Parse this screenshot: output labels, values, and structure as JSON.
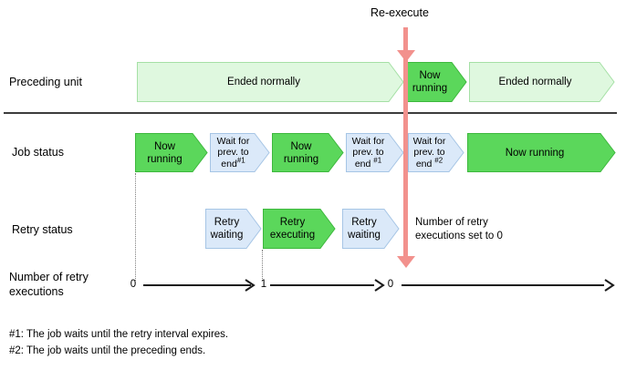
{
  "colors": {
    "green_fill": "#5bd75b",
    "green_border": "#3db83d",
    "lightgreen_fill": "#dff8df",
    "lightgreen_border": "#a5e0a5",
    "blue_fill": "#dbe9f9",
    "blue_border": "#a6c5e5",
    "red_arrow": "#f2918d"
  },
  "re_execute_label": "Re-execute",
  "rows": {
    "preceding": {
      "label": "Preceding unit",
      "boxes": [
        {
          "text": "Ended normally"
        },
        {
          "text": "Now\nrunning"
        },
        {
          "text": "Ended normally"
        }
      ]
    },
    "job": {
      "label": "Job status",
      "boxes": [
        {
          "text": "Now\nrunning"
        },
        {
          "line1": "Wait for",
          "line2": "prev. to",
          "line3": "end",
          "sup": "#1"
        },
        {
          "text": "Now\nrunning"
        },
        {
          "line1": "Wait for",
          "line2": "prev. to",
          "line3": "end ",
          "sup": "#1"
        },
        {
          "line1": "Wait for",
          "line2": "prev. to",
          "line3": "end ",
          "sup": "#2"
        },
        {
          "text": "Now running"
        }
      ]
    },
    "retry": {
      "label": "Retry status",
      "boxes": [
        {
          "text": "Retry\nwaiting"
        },
        {
          "text": "Retry\nexecuting"
        },
        {
          "text": "Retry\nwaiting"
        }
      ],
      "note": "Number of retry\nexecutions set to 0"
    },
    "counter": {
      "label": "Number of retry\nexecutions",
      "ticks": [
        "0",
        "1",
        "0"
      ]
    }
  },
  "footnotes": [
    "#1: The job waits until the retry interval expires.",
    "#2: The job waits until the preceding ends."
  ]
}
